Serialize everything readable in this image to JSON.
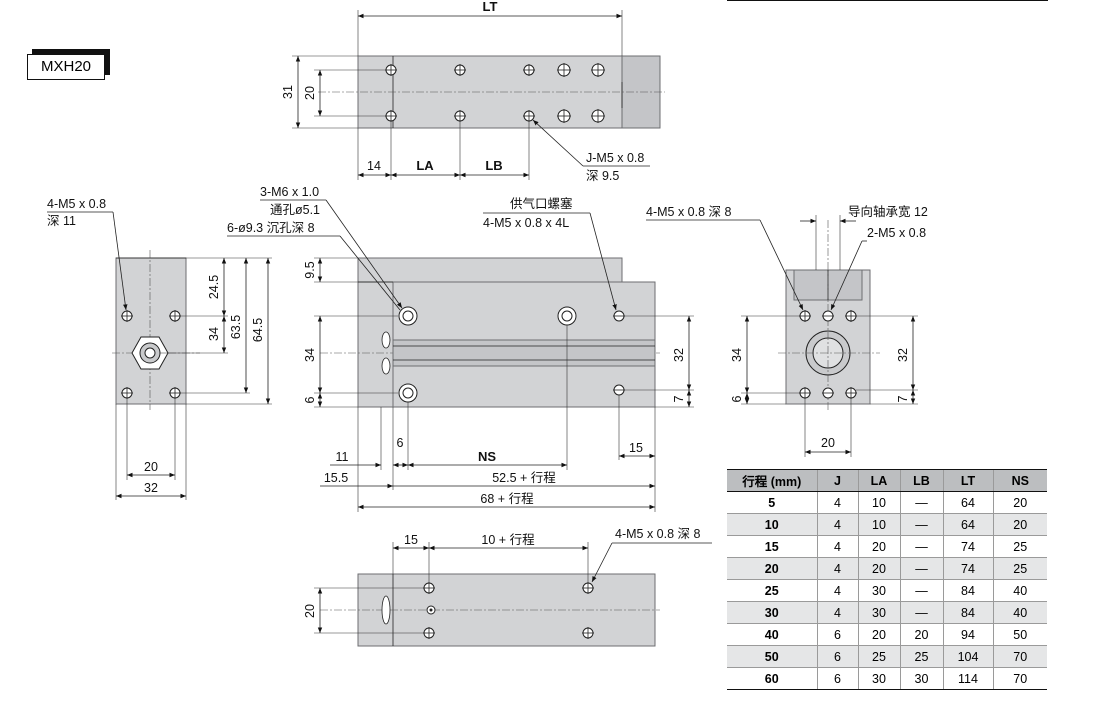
{
  "model": "MXH20",
  "top_view": {
    "lt": "LT",
    "dim31": "31",
    "dim20": "20",
    "dim14": "14",
    "la": "LA",
    "lb": "LB",
    "thread_label": "J-M5 x 0.8",
    "thread_depth": "深 9.5"
  },
  "end_view_left": {
    "callout_line1": "4-M5 x 0.8",
    "callout_line2": "深 11",
    "dim24_5": "24.5",
    "dim34": "34",
    "dim63_5": "63.5",
    "dim64_5": "64.5",
    "dim20": "20",
    "dim32": "32"
  },
  "side_view": {
    "callout_a1": "3-M6 x 1.0",
    "callout_a2": "通孔ø5.1",
    "callout_a3": "6-ø9.3 沉孔深 8",
    "callout_b1": "供气口螺塞",
    "callout_b2": "4-M5 x 0.8 x 4L",
    "dim9_5": "9.5",
    "dim34": "34",
    "dim6": "6",
    "dim32": "32",
    "dim7": "7",
    "dim11": "11",
    "dim6b": "6",
    "ns": "NS",
    "dim15": "15",
    "dim15_5": "15.5",
    "dim52_5": "52.5 + 行程",
    "dim68": "68 + 行程"
  },
  "end_view_right": {
    "callout_a": "4-M5 x 0.8 深 8",
    "callout_b": "导向轴承宽 12",
    "callout_c": "2-M5 x 0.8",
    "dim34": "34",
    "dim6": "6",
    "dim32": "32",
    "dim7": "7",
    "dim20": "20"
  },
  "bottom_view": {
    "dim15": "15",
    "dim10": "10 + 行程",
    "callout": "4-M5 x 0.8 深 8",
    "dim20": "20"
  },
  "table": {
    "headers": [
      "行程 (mm)",
      "J",
      "LA",
      "LB",
      "LT",
      "NS"
    ],
    "rows": [
      [
        "5",
        "4",
        "10",
        "—",
        "64",
        "20"
      ],
      [
        "10",
        "4",
        "10",
        "—",
        "64",
        "20"
      ],
      [
        "15",
        "4",
        "20",
        "—",
        "74",
        "25"
      ],
      [
        "20",
        "4",
        "20",
        "—",
        "74",
        "25"
      ],
      [
        "25",
        "4",
        "30",
        "—",
        "84",
        "40"
      ],
      [
        "30",
        "4",
        "30",
        "—",
        "84",
        "40"
      ],
      [
        "40",
        "6",
        "20",
        "20",
        "94",
        "50"
      ],
      [
        "50",
        "6",
        "25",
        "25",
        "104",
        "70"
      ],
      [
        "60",
        "6",
        "30",
        "30",
        "114",
        "70"
      ]
    ]
  }
}
